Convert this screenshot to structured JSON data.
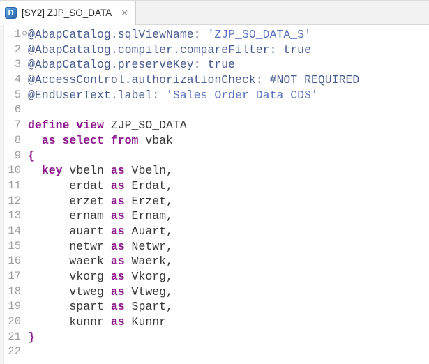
{
  "tab": {
    "icon_letter": "D",
    "icon_meaning": "ddl-data-definition-icon",
    "title": "[SY2] ZJP_SO_DATA",
    "close_icon": "✕"
  },
  "colors": {
    "annotation": "#47598e",
    "string": "#5a74c0",
    "keyword": "#8d188d",
    "identifier": "#363636",
    "line_number": "#9e9e9e",
    "current_line": "#e4edfa",
    "tab_border": "#cfcfcf",
    "tabbar_bg": "#f2f2f2",
    "editor_bg": "#ffffff",
    "tab_icon_blue": "#3f85c8"
  },
  "editor": {
    "language": "ABAP CDS DDL",
    "current_line_number": "22",
    "lines": [
      {
        "num": "1",
        "fold": "⊖",
        "segments": [
          {
            "t": "@AbapCatalog.sqlViewName: ",
            "s": "ann"
          },
          {
            "t": "'ZJP_SO_DATA_S'",
            "s": "str"
          }
        ]
      },
      {
        "num": "2",
        "segments": [
          {
            "t": "@AbapCatalog.compiler.compareFilter: true",
            "s": "ann"
          }
        ]
      },
      {
        "num": "3",
        "segments": [
          {
            "t": "@AbapCatalog.preserveKey: true",
            "s": "ann"
          }
        ]
      },
      {
        "num": "4",
        "segments": [
          {
            "t": "@AccessControl.authorizationCheck: #NOT_REQUIRED",
            "s": "ann"
          }
        ]
      },
      {
        "num": "5",
        "segments": [
          {
            "t": "@EndUserText.label: ",
            "s": "ann"
          },
          {
            "t": "'Sales Order Data CDS'",
            "s": "str"
          }
        ]
      },
      {
        "num": "6",
        "segments": []
      },
      {
        "num": "7",
        "segments": [
          {
            "t": "define view",
            "s": "kw"
          },
          {
            "t": " ZJP_SO_DATA",
            "s": "id"
          }
        ]
      },
      {
        "num": "8",
        "segments": [
          {
            "t": "  ",
            "s": "id"
          },
          {
            "t": "as select from",
            "s": "kw"
          },
          {
            "t": " vbak",
            "s": "id"
          }
        ]
      },
      {
        "num": "9",
        "segments": [
          {
            "t": "{",
            "s": "kw"
          }
        ]
      },
      {
        "num": "10",
        "segments": [
          {
            "t": "  ",
            "s": "id"
          },
          {
            "t": "key",
            "s": "kw"
          },
          {
            "t": " vbeln ",
            "s": "id"
          },
          {
            "t": "as",
            "s": "kw"
          },
          {
            "t": " Vbeln,",
            "s": "id"
          }
        ]
      },
      {
        "num": "11",
        "segments": [
          {
            "t": "      erdat ",
            "s": "id"
          },
          {
            "t": "as",
            "s": "kw"
          },
          {
            "t": " Erdat,",
            "s": "id"
          }
        ]
      },
      {
        "num": "12",
        "segments": [
          {
            "t": "      erzet ",
            "s": "id"
          },
          {
            "t": "as",
            "s": "kw"
          },
          {
            "t": " Erzet,",
            "s": "id"
          }
        ]
      },
      {
        "num": "13",
        "segments": [
          {
            "t": "      ernam ",
            "s": "id"
          },
          {
            "t": "as",
            "s": "kw"
          },
          {
            "t": " Ernam,",
            "s": "id"
          }
        ]
      },
      {
        "num": "14",
        "segments": [
          {
            "t": "      auart ",
            "s": "id"
          },
          {
            "t": "as",
            "s": "kw"
          },
          {
            "t": " Auart,",
            "s": "id"
          }
        ]
      },
      {
        "num": "15",
        "segments": [
          {
            "t": "      netwr ",
            "s": "id"
          },
          {
            "t": "as",
            "s": "kw"
          },
          {
            "t": " Netwr,",
            "s": "id"
          }
        ]
      },
      {
        "num": "16",
        "segments": [
          {
            "t": "      waerk ",
            "s": "id"
          },
          {
            "t": "as",
            "s": "kw"
          },
          {
            "t": " Waerk,",
            "s": "id"
          }
        ]
      },
      {
        "num": "17",
        "segments": [
          {
            "t": "      vkorg ",
            "s": "id"
          },
          {
            "t": "as",
            "s": "kw"
          },
          {
            "t": " Vkorg,",
            "s": "id"
          }
        ]
      },
      {
        "num": "18",
        "segments": [
          {
            "t": "      vtweg ",
            "s": "id"
          },
          {
            "t": "as",
            "s": "kw"
          },
          {
            "t": " Vtweg,",
            "s": "id"
          }
        ]
      },
      {
        "num": "19",
        "segments": [
          {
            "t": "      spart ",
            "s": "id"
          },
          {
            "t": "as",
            "s": "kw"
          },
          {
            "t": " Spart,",
            "s": "id"
          }
        ]
      },
      {
        "num": "20",
        "segments": [
          {
            "t": "      kunnr ",
            "s": "id"
          },
          {
            "t": "as",
            "s": "kw"
          },
          {
            "t": " Kunnr",
            "s": "id"
          }
        ]
      },
      {
        "num": "21",
        "segments": [
          {
            "t": "}",
            "s": "kw"
          }
        ]
      },
      {
        "num": "22",
        "segments": [],
        "highlight": true
      }
    ]
  }
}
